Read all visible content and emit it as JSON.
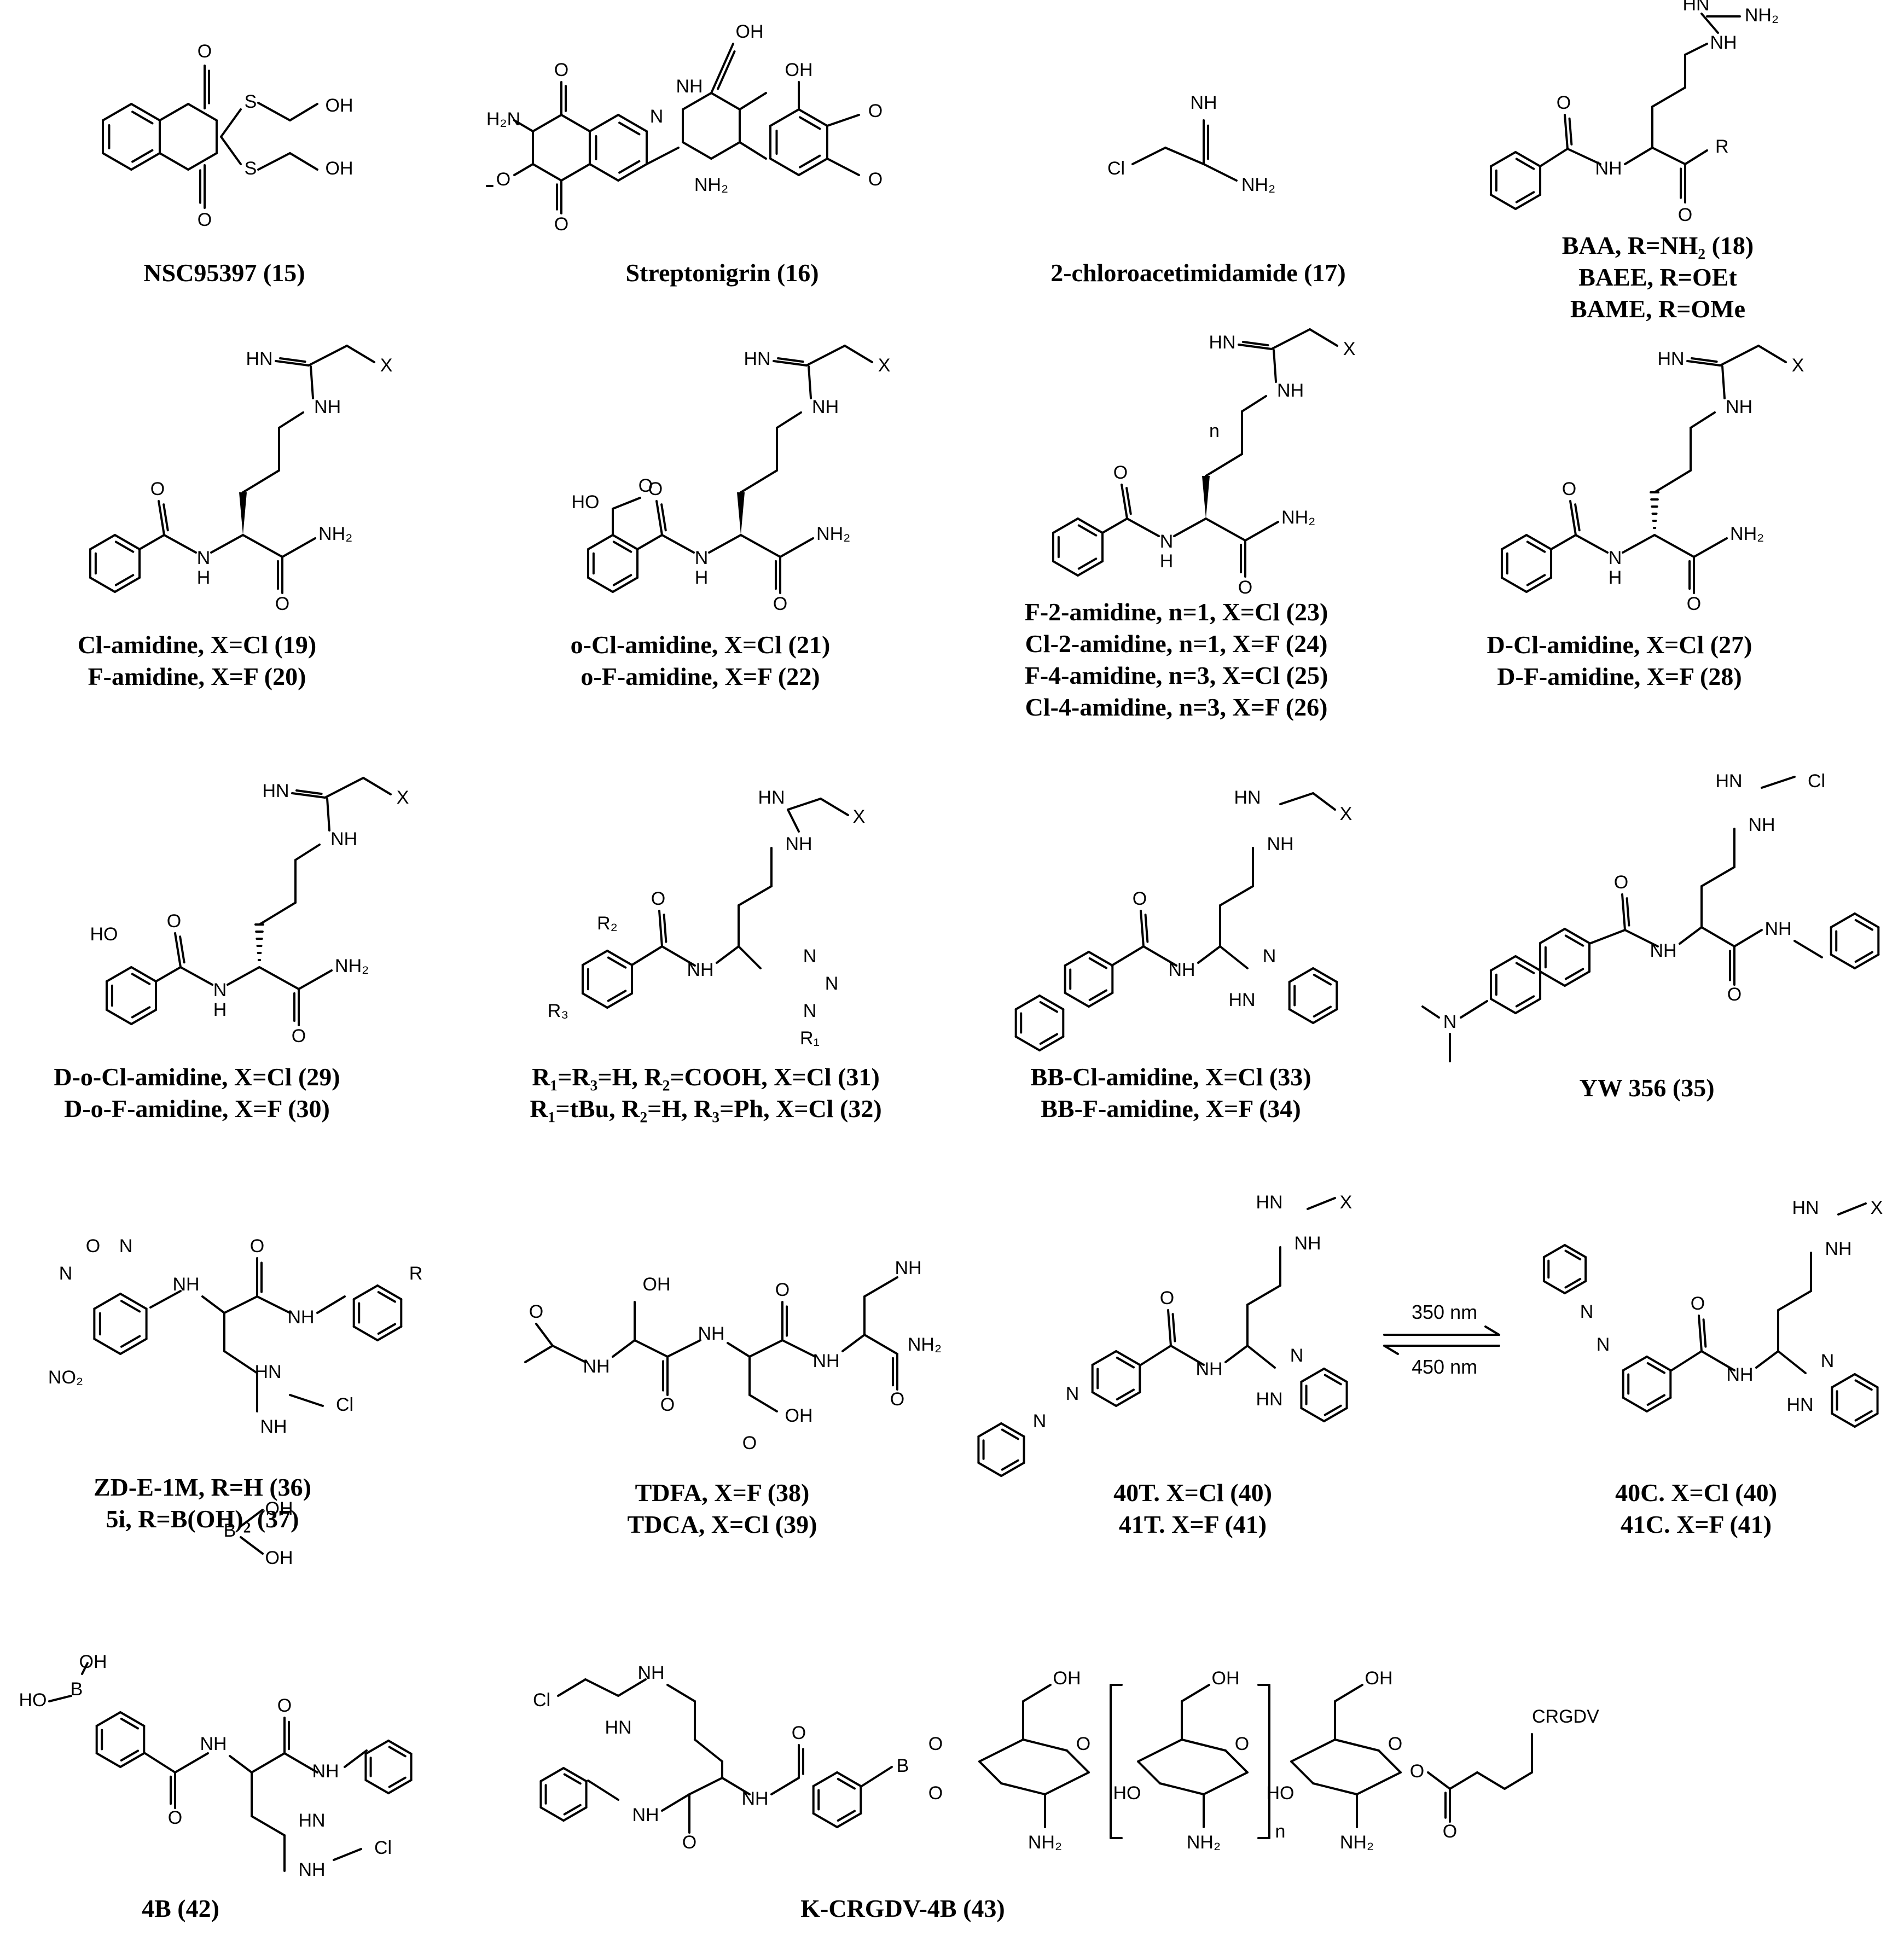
{
  "compounds": [
    {
      "id": "c15",
      "lines": [
        "NSC95397 (15)"
      ]
    },
    {
      "id": "c16",
      "lines": [
        "Streptonigrin (16)"
      ]
    },
    {
      "id": "c17",
      "lines": [
        "2-chloroacetimidamide (17)"
      ]
    },
    {
      "id": "c18",
      "lines": [
        "BAA, R=NH₂ (18)",
        "BAEE, R=OEt",
        "BAME, R=OMe"
      ]
    },
    {
      "id": "c19",
      "lines": [
        "Cl-amidine, X=Cl (19)",
        "F-amidine, X=F (20)"
      ]
    },
    {
      "id": "c21",
      "lines": [
        "o-Cl-amidine, X=Cl (21)",
        "o-F-amidine, X=F (22)"
      ]
    },
    {
      "id": "c23",
      "lines": [
        "F-2-amidine, n=1, X=Cl (23)",
        "Cl-2-amidine, n=1, X=F (24)",
        "F-4-amidine, n=3, X=Cl (25)",
        "Cl-4-amidine, n=3, X=F (26)"
      ]
    },
    {
      "id": "c27",
      "lines": [
        "D-Cl-amidine, X=Cl (27)",
        "D-F-amidine, X=F (28)"
      ]
    },
    {
      "id": "c29",
      "lines": [
        "D-o-Cl-amidine, X=Cl (29)",
        "D-o-F-amidine, X=F (30)"
      ]
    },
    {
      "id": "c31",
      "lines": [
        "R₁=R₃=H, R₂=COOH, X=Cl (31)",
        "R₁=tBu, R₂=H, R₃=Ph, X=Cl (32)"
      ]
    },
    {
      "id": "c33",
      "lines": [
        "BB-Cl-amidine, X=Cl (33)",
        "BB-F-amidine, X=F (34)"
      ]
    },
    {
      "id": "c35",
      "lines": [
        "YW 356 (35)"
      ]
    },
    {
      "id": "c36",
      "lines": [
        "ZD-E-1M, R=H (36)",
        "5i, R=B(OH)₂ (37)"
      ]
    },
    {
      "id": "c38",
      "lines": [
        "TDFA, X=F (38)",
        "TDCA, X=Cl (39)"
      ]
    },
    {
      "id": "c40t",
      "lines": [
        "40T.  X=Cl (40)",
        "41T. X=F (41)"
      ]
    },
    {
      "id": "c40c",
      "lines": [
        "40C. X=Cl (40)",
        "41C. X=F (41)"
      ]
    },
    {
      "id": "c42",
      "lines": [
        "4B (42)"
      ]
    },
    {
      "id": "c43",
      "lines": [
        "K-CRGDV-4B (43)"
      ]
    }
  ],
  "arrow": {
    "forward": "350 nm",
    "reverse": "450 nm"
  },
  "atom_labels": {
    "O": "O",
    "S": "S",
    "OH": "OH",
    "NH": "NH",
    "NH2": "NH₂",
    "H2N": "H₂N",
    "HN": "HN",
    "H": "H",
    "N": "N",
    "Cl": "Cl",
    "X": "X",
    "R": "R",
    "B": "B",
    "HO": "HO",
    "n": "n",
    "R1": "R₁",
    "R2": "R₂",
    "R3": "R₃",
    "NO2": "NO₂",
    "CRGDV": "CRGDV",
    "N=": "N",
    "HN_im": "HN",
    "NH_im": "NH"
  }
}
